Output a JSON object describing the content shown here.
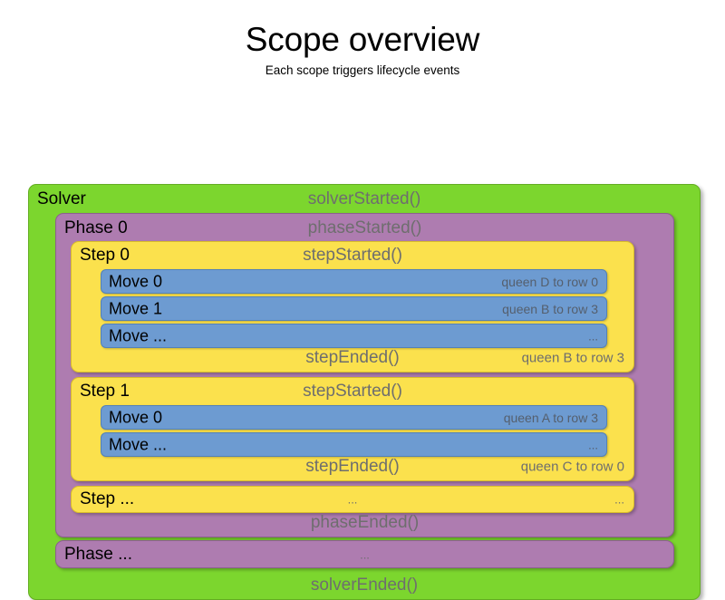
{
  "header": {
    "title": "Scope overview",
    "subtitle": "Each scope triggers lifecycle events"
  },
  "colors": {
    "solver_fill": "#7cd62e",
    "solver_border": "#63ad21",
    "phase_fill": "#ae7cb0",
    "phase_border": "#8d5f90",
    "step_fill": "#fbe14d",
    "step_border": "#d8bd2a",
    "move_fill": "#6d9bd1",
    "move_border": "#5281b8",
    "event_text": "#6e6e6e",
    "label_text": "#000000",
    "background": "#ffffff"
  },
  "solver": {
    "label": "Solver",
    "started_event": "solverStarted()",
    "ended_event": "solverEnded()"
  },
  "phase0": {
    "label": "Phase 0",
    "started_event": "phaseStarted()",
    "ended_event": "phaseEnded()"
  },
  "phase_ellipsis": {
    "label": "Phase ...",
    "event": "...",
    "value": ""
  },
  "step0": {
    "label": "Step 0",
    "started_event": "stepStarted()",
    "ended_event": "stepEnded()",
    "ended_value": "queen B to row 3",
    "moves": [
      {
        "label": "Move 0",
        "value": "queen D to row 0"
      },
      {
        "label": "Move 1",
        "value": "queen B to row 3"
      },
      {
        "label": "Move ...",
        "value": "..."
      }
    ]
  },
  "step1": {
    "label": "Step 1",
    "started_event": "stepStarted()",
    "ended_event": "stepEnded()",
    "ended_value": "queen C to row 0",
    "moves": [
      {
        "label": "Move 0",
        "value": "queen A to row 3"
      },
      {
        "label": "Move ...",
        "value": "..."
      }
    ]
  },
  "step_ellipsis": {
    "label": "Step ...",
    "event": "...",
    "value": "..."
  }
}
